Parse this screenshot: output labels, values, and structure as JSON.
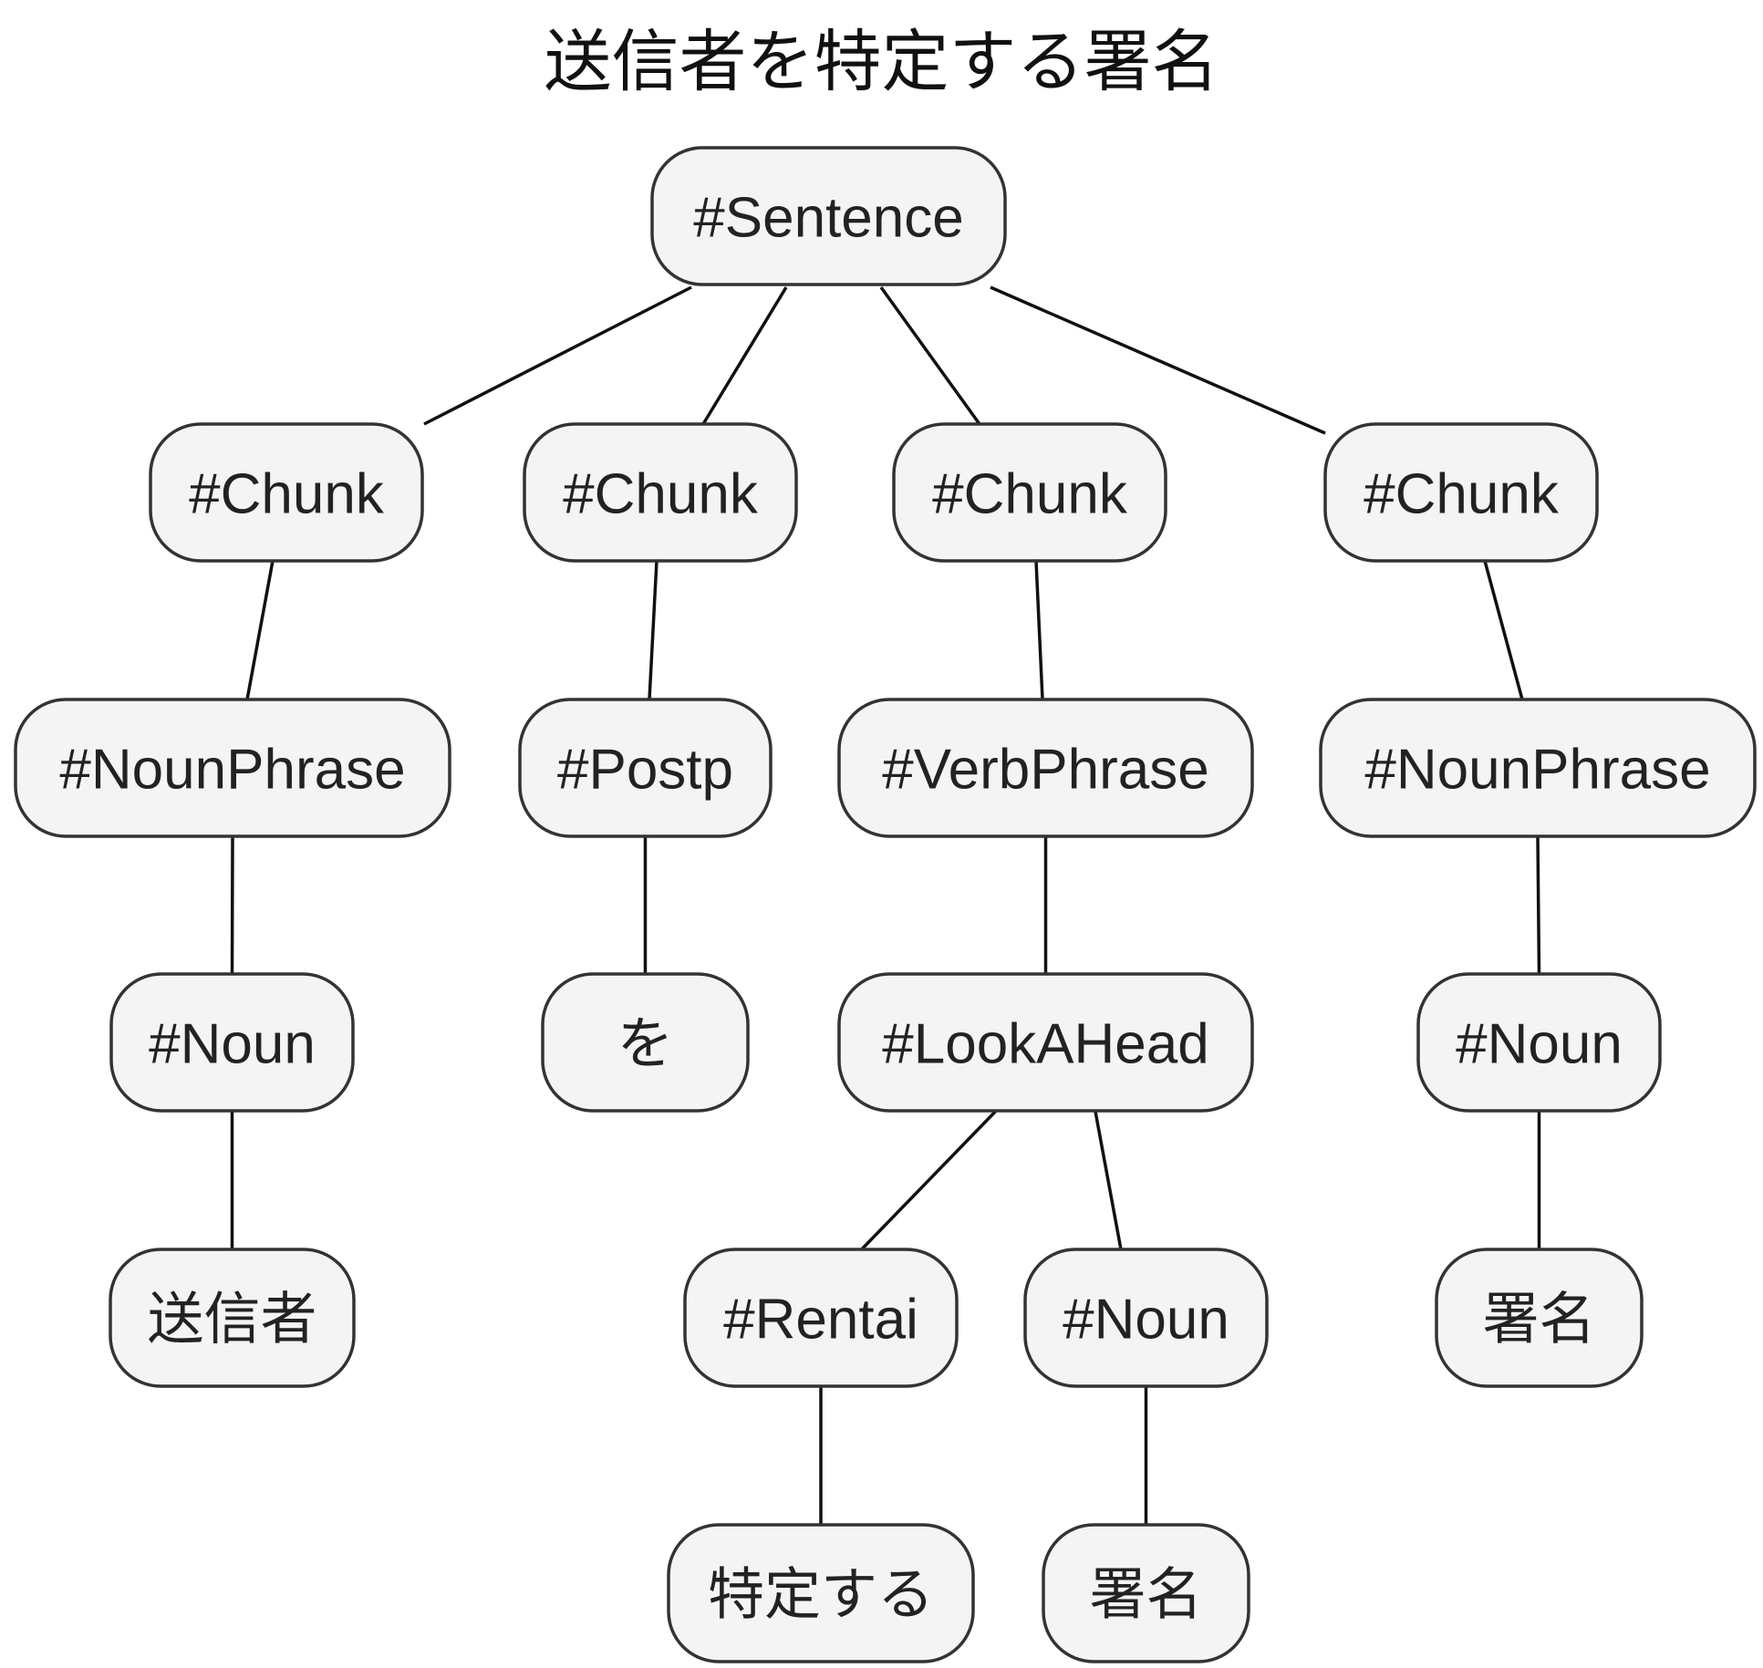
{
  "diagram": {
    "title": "送信者を特定する署名",
    "nodes": [
      {
        "id": "sentence",
        "label": "#Sentence"
      },
      {
        "id": "chunk1",
        "label": "#Chunk"
      },
      {
        "id": "chunk2",
        "label": "#Chunk"
      },
      {
        "id": "chunk3",
        "label": "#Chunk"
      },
      {
        "id": "chunk4",
        "label": "#Chunk"
      },
      {
        "id": "nounphrase1",
        "label": "#NounPhrase"
      },
      {
        "id": "postp",
        "label": "#Postp"
      },
      {
        "id": "verbphrase",
        "label": "#VerbPhrase"
      },
      {
        "id": "nounphrase2",
        "label": "#NounPhrase"
      },
      {
        "id": "noun1",
        "label": "#Noun"
      },
      {
        "id": "wo",
        "label": "を"
      },
      {
        "id": "lookahead",
        "label": "#LookAHead"
      },
      {
        "id": "noun3",
        "label": "#Noun"
      },
      {
        "id": "soushinsha",
        "label": "送信者"
      },
      {
        "id": "rentai",
        "label": "#Rentai"
      },
      {
        "id": "noun2",
        "label": "#Noun"
      },
      {
        "id": "shomei2",
        "label": "署名"
      },
      {
        "id": "tokutei",
        "label": "特定する"
      },
      {
        "id": "shomei1",
        "label": "署名"
      }
    ],
    "edges": [
      {
        "from": "sentence",
        "to": "chunk1"
      },
      {
        "from": "sentence",
        "to": "chunk2"
      },
      {
        "from": "sentence",
        "to": "chunk3"
      },
      {
        "from": "sentence",
        "to": "chunk4"
      },
      {
        "from": "chunk1",
        "to": "nounphrase1"
      },
      {
        "from": "chunk2",
        "to": "postp"
      },
      {
        "from": "chunk3",
        "to": "verbphrase"
      },
      {
        "from": "chunk4",
        "to": "nounphrase2"
      },
      {
        "from": "nounphrase1",
        "to": "noun1"
      },
      {
        "from": "postp",
        "to": "wo"
      },
      {
        "from": "verbphrase",
        "to": "lookahead"
      },
      {
        "from": "nounphrase2",
        "to": "noun3"
      },
      {
        "from": "noun1",
        "to": "soushinsha"
      },
      {
        "from": "lookahead",
        "to": "rentai"
      },
      {
        "from": "lookahead",
        "to": "noun2"
      },
      {
        "from": "noun3",
        "to": "shomei2"
      },
      {
        "from": "rentai",
        "to": "tokutei"
      },
      {
        "from": "noun2",
        "to": "shomei1"
      }
    ]
  }
}
